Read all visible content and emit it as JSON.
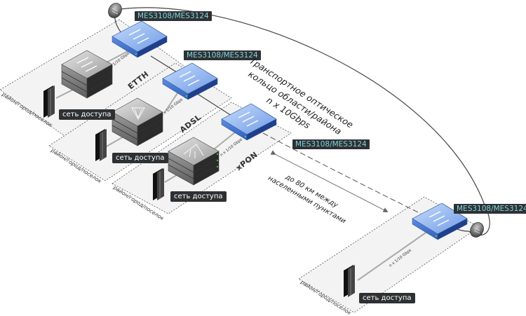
{
  "diagram": {
    "ring_label": {
      "line1": "Транспортное оптическое",
      "line2": "кольцо области/района",
      "line3": "n x 10Gbps"
    },
    "distance_label": {
      "line1": "до 80 км между",
      "line2": "населенными пунктами"
    },
    "colors": {
      "tag_bg": "#2e3133",
      "tag_text": "#7fd3e0",
      "switch_blue": "#7aa6ee",
      "zone_bg": "#f2f2f2"
    },
    "zones": [
      {
        "id": "ETTH",
        "technology": "ETTH",
        "zone_label": "район/город/поселок",
        "access_label": "сеть доступа",
        "uplink_speed": "n x 1/10 Gbps",
        "aggregation_switch": "MES3108/MES3124",
        "access_equipment": "ethernet-switch-stack"
      },
      {
        "id": "ADSL",
        "technology": "ADSL",
        "zone_label": "район/город/поселок",
        "access_label": "сеть доступа",
        "uplink_speed": "n x 1/10 Gbps",
        "aggregation_switch": "MES3108/MES3124",
        "access_equipment": "dslam-stack"
      },
      {
        "id": "xPON",
        "technology": "xPON",
        "zone_label": "район/город/поселок",
        "access_label": "сеть доступа",
        "uplink_speed": "n x 1/10 Gbps",
        "aggregation_switch": "MES3108/MES3124",
        "access_equipment": "olt-stack"
      },
      {
        "id": "remote",
        "technology": "",
        "zone_label": "район/город/поселок",
        "access_label": "сеть доступа",
        "uplink_speed": "n x 1/10 Gbps",
        "aggregation_switch": "MES3108/MES3124",
        "access_equipment": "none"
      }
    ]
  }
}
